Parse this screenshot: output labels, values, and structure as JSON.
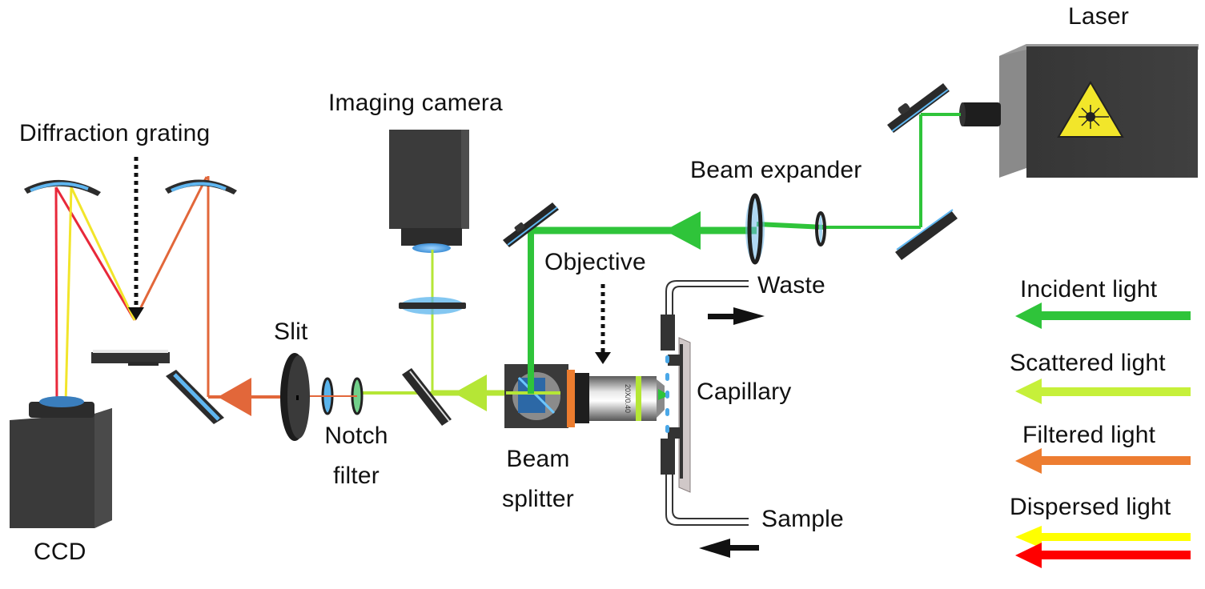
{
  "diagram": {
    "title": "Raman spectroscopy optical setup with capillary flow cell",
    "labels": {
      "laser": "Laser",
      "beam_expander": "Beam expander",
      "imaging_camera": "Imaging camera",
      "objective": "Objective",
      "waste": "Waste",
      "capillary": "Capillary",
      "sample": "Sample",
      "beam_splitter_line1": "Beam",
      "beam_splitter_line2": "splitter",
      "notch_filter_line1": "Notch",
      "notch_filter_line2": "filter",
      "slit": "Slit",
      "diffraction_grating": "Diffraction grating",
      "ccd": "CCD"
    },
    "objective_engraving": "20X/0.40",
    "legend": [
      {
        "label": "Incident light",
        "colors": [
          "#2fc43a"
        ]
      },
      {
        "label": "Scattered light",
        "colors": [
          "#c6f03a"
        ]
      },
      {
        "label": "Filtered light",
        "colors": [
          "#ed7d31"
        ]
      },
      {
        "label": "Dispersed light",
        "colors": [
          "#ffff00",
          "#ff0000"
        ]
      }
    ],
    "colors": {
      "incident": "#2fc43a",
      "scattered": "#b5e636",
      "filtered": "#e2673a",
      "dispersed_yellow": "#f2e52a",
      "dispersed_red": "#e8283a",
      "housing": "#3a3a3a",
      "optic_blue": "#4aa8e8"
    },
    "flow_direction": {
      "sample": "in",
      "waste": "out"
    }
  }
}
